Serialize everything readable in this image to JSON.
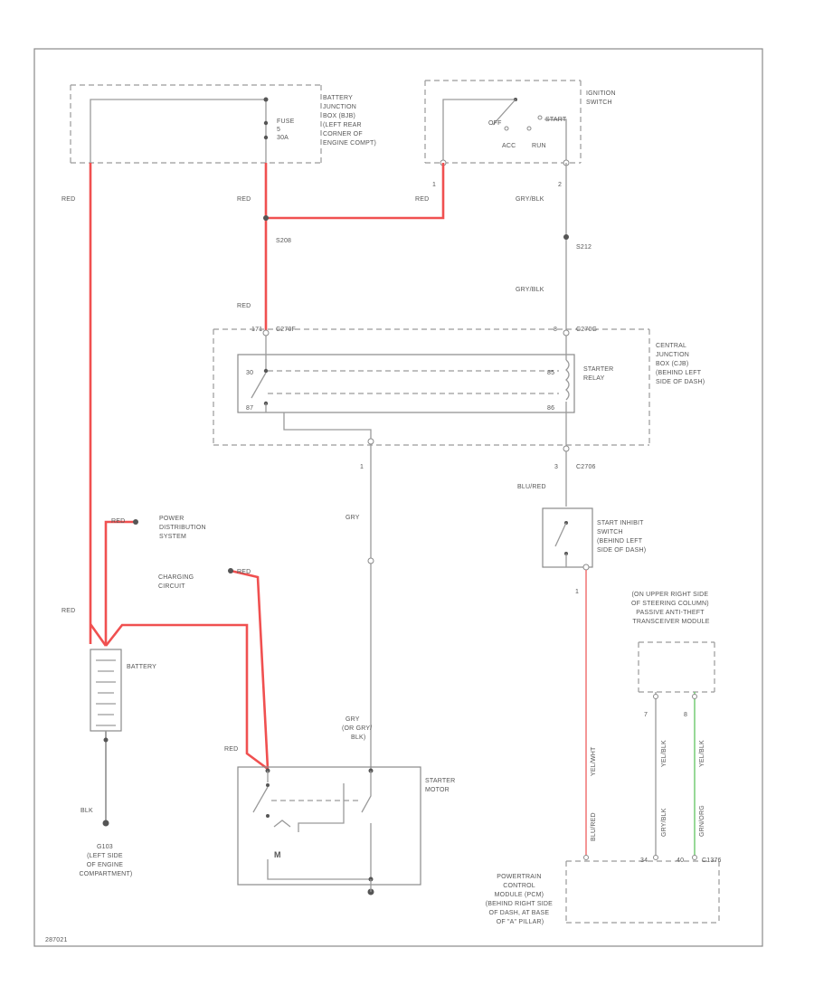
{
  "colors": {
    "power_wire": "#f05050",
    "signal_wire": "#9a9a9a",
    "green_wire": "#6cc96c",
    "frame": "#8a8a8a"
  },
  "labels": {
    "bjb": [
      "BATTERY",
      "JUNCTION",
      "BOX (BJB)",
      "(LEFT REAR",
      "CORNER OF",
      "ENGINE COMPT)"
    ],
    "fuse": [
      "FUSE",
      "5",
      "30A"
    ],
    "ignition_switch": [
      "IGNITION",
      "SWITCH"
    ],
    "ign_positions": {
      "off": "OFF",
      "start": "START",
      "acc": "ACC",
      "run": "RUN"
    },
    "wire_red_left": "RED",
    "wire_red_fuse": "RED",
    "wire_red_ign": "RED",
    "wire_red_c_bjb": "RED",
    "wire_red_pds": "RED",
    "wire_red_cc": "RED",
    "wire_red_batt": "RED",
    "wire_red_starter": "RED",
    "wire_gry_blk_1": "GRY/BLK",
    "wire_gry_blk_2": "GRY/BLK",
    "wire_gry": "GRY",
    "wire_gry_alt": [
      "GRY",
      "(OR GRY/",
      "BLK)"
    ],
    "wire_blu_red": "BLU/RED",
    "wire_blk": "BLK",
    "splice_s208": "S208",
    "splice_s212": "S212",
    "connector_c270f_l": "C270F",
    "connector_c270f_r": "C270G",
    "connector_c2706": "C2706",
    "connector_c1376": "C1376",
    "pin_ign_1": "1",
    "pin_ign_2": "2",
    "pin_cjb_l": "171",
    "pin_cjb_r": "8",
    "pin_relay_in": "30",
    "pin_relay_out": "87",
    "pin_relay_85": "85",
    "pin_relay_86": "86",
    "pin_c2706": "3",
    "pin_start_out": "1",
    "pin_pcm_1": "34",
    "pin_pcm_2": "40",
    "pin_pcm_3": "7",
    "pin_pcm_4": "8",
    "cjb": [
      "CENTRAL",
      "JUNCTION",
      "BOX (CJB)",
      "(BEHIND LEFT",
      "SIDE OF DASH)"
    ],
    "starter_relay": [
      "STARTER",
      "RELAY"
    ],
    "start_inhibit": [
      "START INHIBIT",
      "SWITCH",
      "(BEHIND LEFT",
      "SIDE OF DASH)"
    ],
    "pds": [
      "POWER",
      "DISTRIBUTION",
      "SYSTEM"
    ],
    "charging": [
      "CHARGING",
      "CIRCUIT"
    ],
    "battery": "BATTERY",
    "ground": [
      "G103",
      "(LEFT SIDE",
      "OF ENGINE",
      "COMPARTMENT)"
    ],
    "starter_motor": [
      "STARTER",
      "MOTOR"
    ],
    "motor_symbol": "M",
    "pats": [
      "(ON UPPER RIGHT SIDE",
      "OF STEERING COLUMN)",
      "PASSIVE ANTI-THEFT",
      "TRANSCEIVER MODULE"
    ],
    "pcm": [
      "POWERTRAIN",
      "CONTROL",
      "MODULE (PCM)",
      "(BEHIND RIGHT SIDE",
      "OF DASH, AT BASE",
      "OF \"A\" PILLAR)"
    ],
    "wire_v_1": "YEL/WHT",
    "wire_v_2": "BLU/RED",
    "wire_v_3": "GRY/BLK",
    "wire_v_4": "YEL/BLK",
    "wire_v_5": "GRN/ORG",
    "wire_v_6": "YEL/BLK",
    "diagram_id": "287021"
  }
}
